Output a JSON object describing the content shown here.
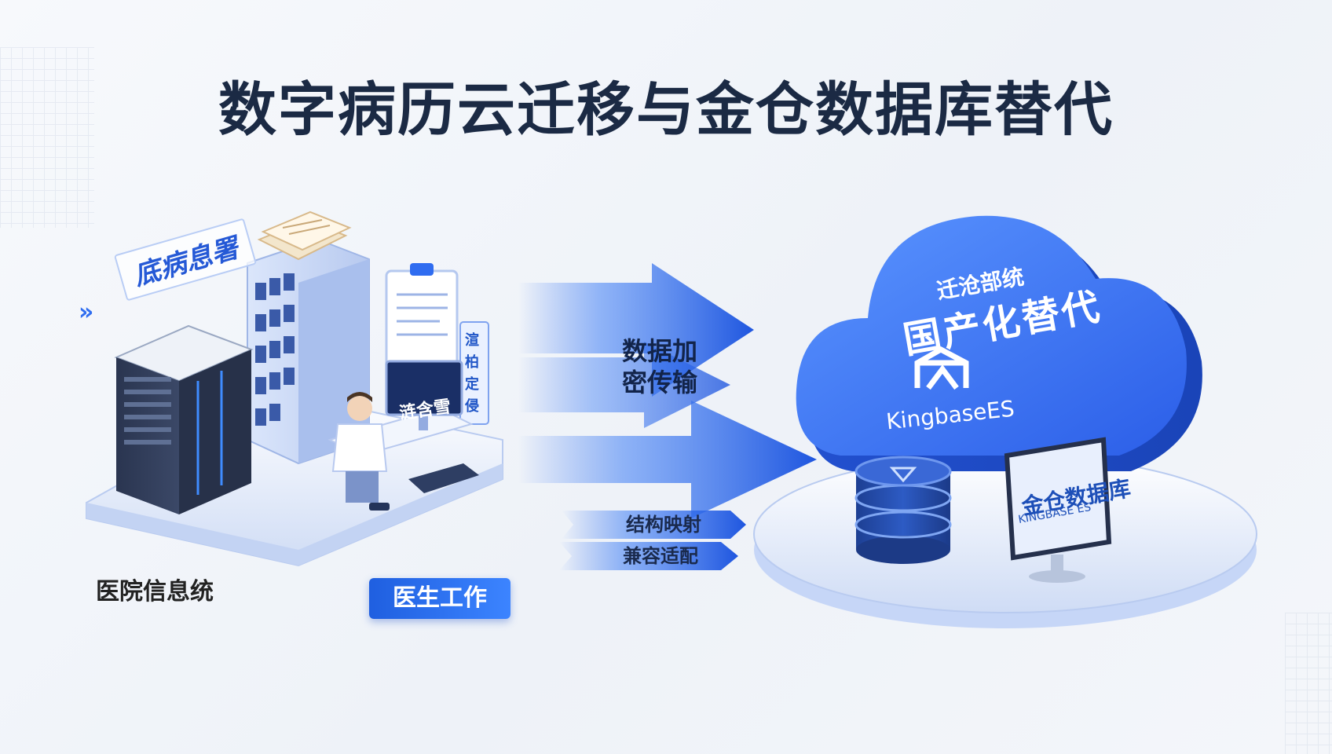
{
  "title": "数字病历云迁移与金仓数据库替代",
  "left": {
    "tilt_label": "底病息署",
    "side_arrows": "»",
    "hospital_label": "医院信息统",
    "doctor_badge": "医生工作",
    "screen_text": "涟含雪",
    "vertical_sign": "渲柏定侵"
  },
  "flow": {
    "top_label_line1": "数据加",
    "top_label_line2": "密传输",
    "ribbon1": "结构映射",
    "ribbon2": "兼容适配"
  },
  "cloud": {
    "line1": "迁沧部统",
    "line2": "国产化替代",
    "brand": "KingbaseES",
    "monitor_title": "金仓数据库",
    "monitor_sub": "KINGBASE ES"
  },
  "colors": {
    "primary": "#2559d6",
    "dark": "#1b2a44",
    "cloud": "#3a74ef"
  }
}
